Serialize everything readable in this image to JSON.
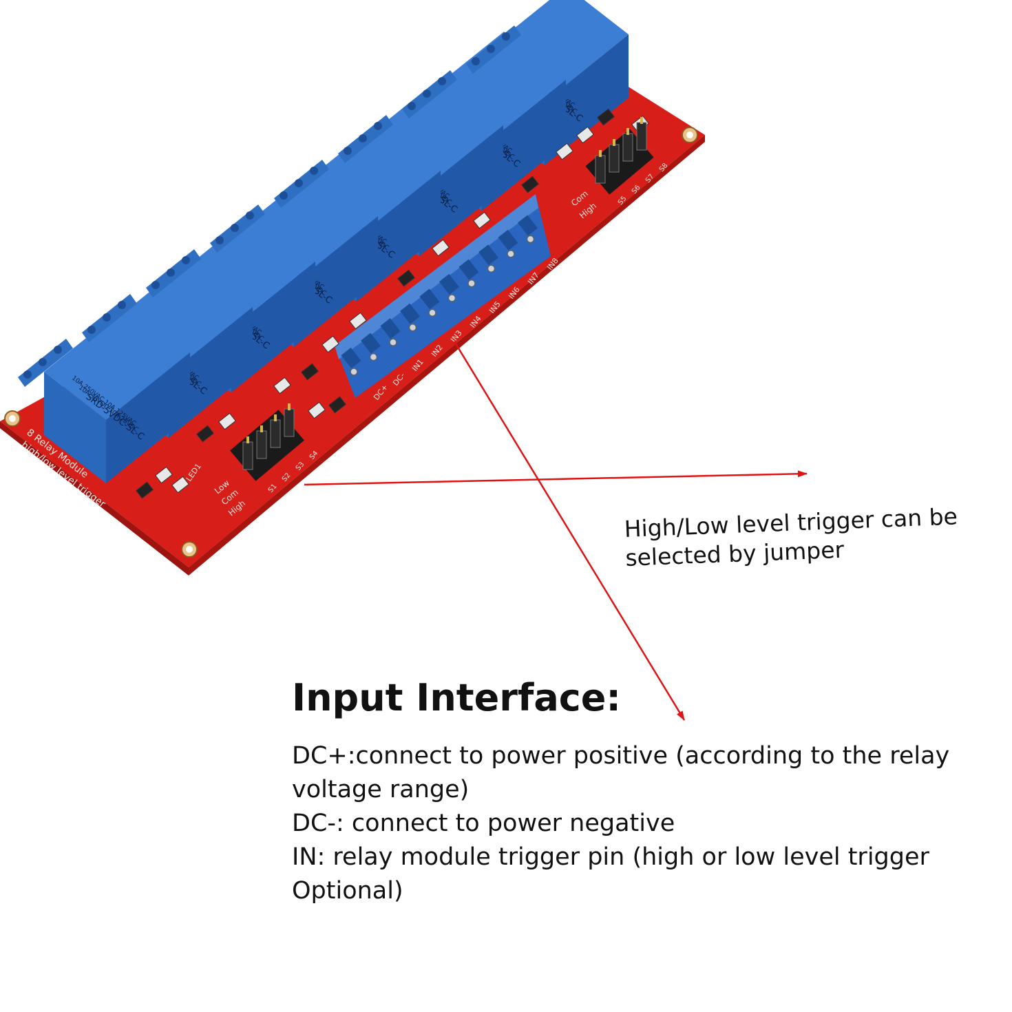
{
  "board": {
    "title_lines": [
      "8 Relay Module",
      "high/low level trigger"
    ],
    "relay_text_lines": [
      "10A 250VAC   10A 125VAC",
      "10A 30VDC   10A 28VDC",
      "SRD-5VDC-SL-C"
    ],
    "terminal_labels": [
      "DC+",
      "DC-",
      "IN1",
      "IN2",
      "IN3",
      "IN4",
      "IN5",
      "IN6",
      "IN7",
      "IN8"
    ],
    "left_jumper_labels": [
      "S1",
      "S2",
      "S3",
      "S4"
    ],
    "right_jumper_labels": [
      "S5",
      "S6",
      "S7",
      "S8"
    ],
    "level_labels": [
      "Low",
      "Com",
      "High"
    ],
    "led_label": "LED1",
    "colors": {
      "pcb": "#e3221c",
      "relay": "#2f6fc2",
      "terminal": "#2a66bf",
      "arrow": "#e01212"
    }
  },
  "callouts": {
    "jumper_note_lines": [
      "High/Low level trigger can be",
      "selected by jumper"
    ],
    "input_title": "Input Interface:",
    "input_lines": [
      "DC+:connect to power positive (according to the relay",
      "voltage range)",
      "DC-: connect to power negative",
      "IN: relay module trigger pin (high or low level trigger",
      "Optional)"
    ]
  }
}
